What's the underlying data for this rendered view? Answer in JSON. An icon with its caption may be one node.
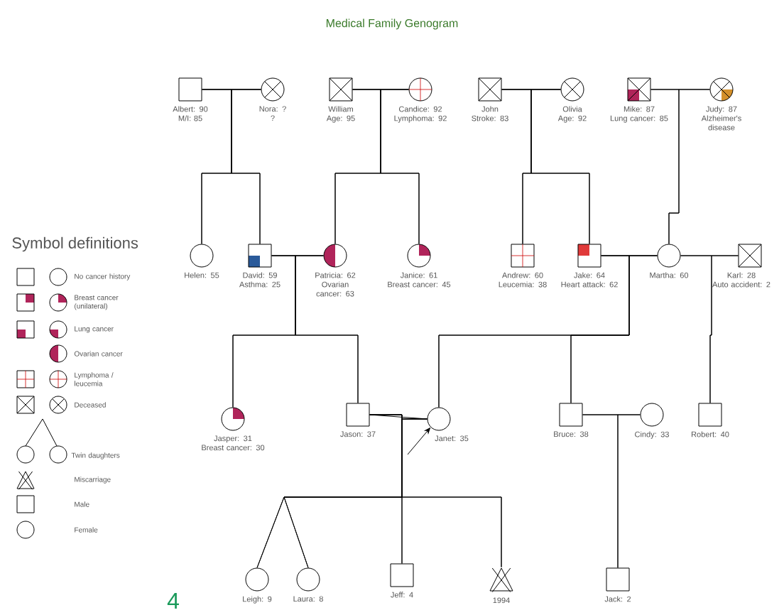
{
  "diagram": {
    "title": "Medical Family Genogram",
    "nodes": [
      {
        "text": [
          "Albert: 90",
          "M/I: 85"
        ]
      },
      {
        "text": [
          "Nora: ?",
          "?"
        ]
      },
      {
        "text": [
          "William",
          "Age: 95"
        ]
      },
      {
        "text": [
          "Candice: 92",
          "Lymphoma: 92"
        ]
      },
      {
        "text": [
          "John",
          "Stroke: 83"
        ]
      },
      {
        "text": [
          "Olivia",
          "Age: 92"
        ]
      },
      {
        "text": [
          "Mike: 87",
          "Lung cancer: 85"
        ]
      },
      {
        "text": [
          "Judy: 87",
          "Alzheimer's disease"
        ]
      },
      {
        "text": [
          "Helen: 55"
        ]
      },
      {
        "text": [
          "David: 59",
          "Asthma: 25"
        ]
      },
      {
        "text": [
          "Patricia: 62",
          "Ovarian cancer: 63"
        ]
      },
      {
        "text": [
          "Janice: 61",
          "Breast cancer: 45"
        ]
      },
      {
        "text": [
          "Andrew: 60",
          "Leucemia: 38"
        ]
      },
      {
        "text": [
          "Jake: 64",
          "Heart attack: 62"
        ]
      },
      {
        "text": [
          "Martha: 60"
        ]
      },
      {
        "text": [
          "Karl: 28",
          "Auto accident: 2"
        ]
      },
      {
        "text": [
          "Jasper: 31",
          "Breast cancer: 30"
        ]
      },
      {
        "text": [
          "Jason: 37"
        ]
      },
      {
        "text": [
          "Janet: 35"
        ]
      },
      {
        "text": [
          "Bruce: 38"
        ]
      },
      {
        "text": [
          "Cindy: 33"
        ]
      },
      {
        "text": [
          "Robert: 40"
        ]
      },
      {
        "text": [
          "Leigh: 9"
        ]
      },
      {
        "text": [
          "Laura: 8"
        ]
      },
      {
        "text": [
          "Jeff: 4"
        ]
      },
      {
        "text": [
          "1994"
        ]
      },
      {
        "text": [
          "Jack: 2"
        ]
      }
    ],
    "edges": [
      {
        "from": 0,
        "to": 1,
        "arrow": "none"
      },
      {
        "from": 2,
        "to": 3,
        "arrow": "none"
      },
      {
        "from": 4,
        "to": 5,
        "arrow": "none"
      },
      {
        "from": 6,
        "to": 7,
        "arrow": "none"
      },
      {
        "from": 9,
        "to": 10,
        "arrow": "none"
      },
      {
        "from": 13,
        "to": 14,
        "arrow": "none"
      },
      {
        "from": 14,
        "to": 15,
        "arrow": "none"
      },
      {
        "from": 17,
        "to": 18,
        "arrow": "none"
      },
      {
        "from": 19,
        "to": 20,
        "arrow": "none"
      },
      {
        "from": 0,
        "to": 8,
        "arrow": "none"
      },
      {
        "from": 1,
        "to": 8,
        "arrow": "none"
      },
      {
        "from": 0,
        "to": 9,
        "arrow": "none"
      },
      {
        "from": 1,
        "to": 9,
        "arrow": "none"
      },
      {
        "from": 2,
        "to": 10,
        "arrow": "none"
      },
      {
        "from": 3,
        "to": 10,
        "arrow": "none"
      },
      {
        "from": 2,
        "to": 11,
        "arrow": "none"
      },
      {
        "from": 3,
        "to": 11,
        "arrow": "none"
      },
      {
        "from": 4,
        "to": 12,
        "arrow": "none"
      },
      {
        "from": 5,
        "to": 12,
        "arrow": "none"
      },
      {
        "from": 4,
        "to": 13,
        "arrow": "none"
      },
      {
        "from": 5,
        "to": 13,
        "arrow": "none"
      },
      {
        "from": 6,
        "to": 14,
        "arrow": "none"
      },
      {
        "from": 7,
        "to": 14,
        "arrow": "none"
      },
      {
        "from": 9,
        "to": 16,
        "arrow": "none"
      },
      {
        "from": 10,
        "to": 16,
        "arrow": "none"
      },
      {
        "from": 9,
        "to": 17,
        "arrow": "none"
      },
      {
        "from": 10,
        "to": 17,
        "arrow": "none"
      },
      {
        "from": 13,
        "to": 18,
        "arrow": "none"
      },
      {
        "from": 14,
        "to": 18,
        "arrow": "none"
      },
      {
        "from": 13,
        "to": 19,
        "arrow": "none"
      },
      {
        "from": 14,
        "to": 19,
        "arrow": "none"
      },
      {
        "from": 14,
        "to": 21,
        "arrow": "none"
      },
      {
        "from": 15,
        "to": 21,
        "arrow": "none"
      },
      {
        "from": 17,
        "to": 22,
        "arrow": "none"
      },
      {
        "from": 18,
        "to": 22,
        "arrow": "none"
      },
      {
        "from": 17,
        "to": 23,
        "arrow": "none"
      },
      {
        "from": 18,
        "to": 23,
        "arrow": "none"
      },
      {
        "from": 17,
        "to": 24,
        "arrow": "none"
      },
      {
        "from": 18,
        "to": 24,
        "arrow": "none"
      },
      {
        "from": 17,
        "to": 25,
        "arrow": "none"
      },
      {
        "from": 18,
        "to": 25,
        "arrow": "none"
      },
      {
        "from": 19,
        "to": 26,
        "arrow": "none"
      },
      {
        "from": 20,
        "to": 26,
        "arrow": "none"
      },
      {
        "from": null,
        "to": 18,
        "arrow": "to"
      }
    ],
    "labels": [
      "Symbol definitions",
      "4"
    ],
    "legend": [
      {
        "text": "No cancer history"
      },
      {
        "text": "Breast cancer (unilateral)"
      },
      {
        "text": "Lung cancer"
      },
      {
        "text": "Ovarian cancer"
      },
      {
        "text": "Lymphoma / leucemia"
      },
      {
        "text": "Deceased"
      },
      {
        "text": "Twin daughters"
      },
      {
        "text": "Miscarriage"
      },
      {
        "text": "Male"
      },
      {
        "text": "Female"
      }
    ]
  }
}
